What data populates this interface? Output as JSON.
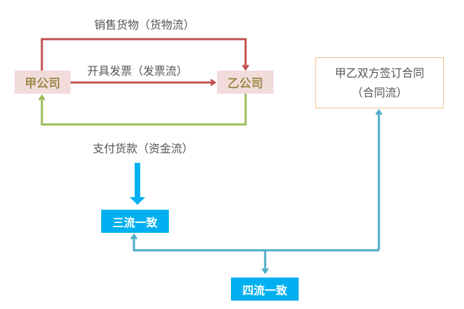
{
  "nodes": {
    "company_a": "甲公司",
    "company_b": "乙公司",
    "three_flows": "三流一致",
    "four_flows": "四流一致",
    "contract_line1": "甲乙双方签订合同",
    "contract_line2": "（合同流）"
  },
  "edges": {
    "goods": "销售货物（货物流）",
    "invoice": "开具发票（发票流）",
    "payment": "支付货款（资金流）"
  },
  "colors": {
    "goods": "#c0504d",
    "invoice": "#c0504d",
    "payment": "#9bbb59",
    "blue": "#00b0f0",
    "teal": "#4bacc6"
  }
}
